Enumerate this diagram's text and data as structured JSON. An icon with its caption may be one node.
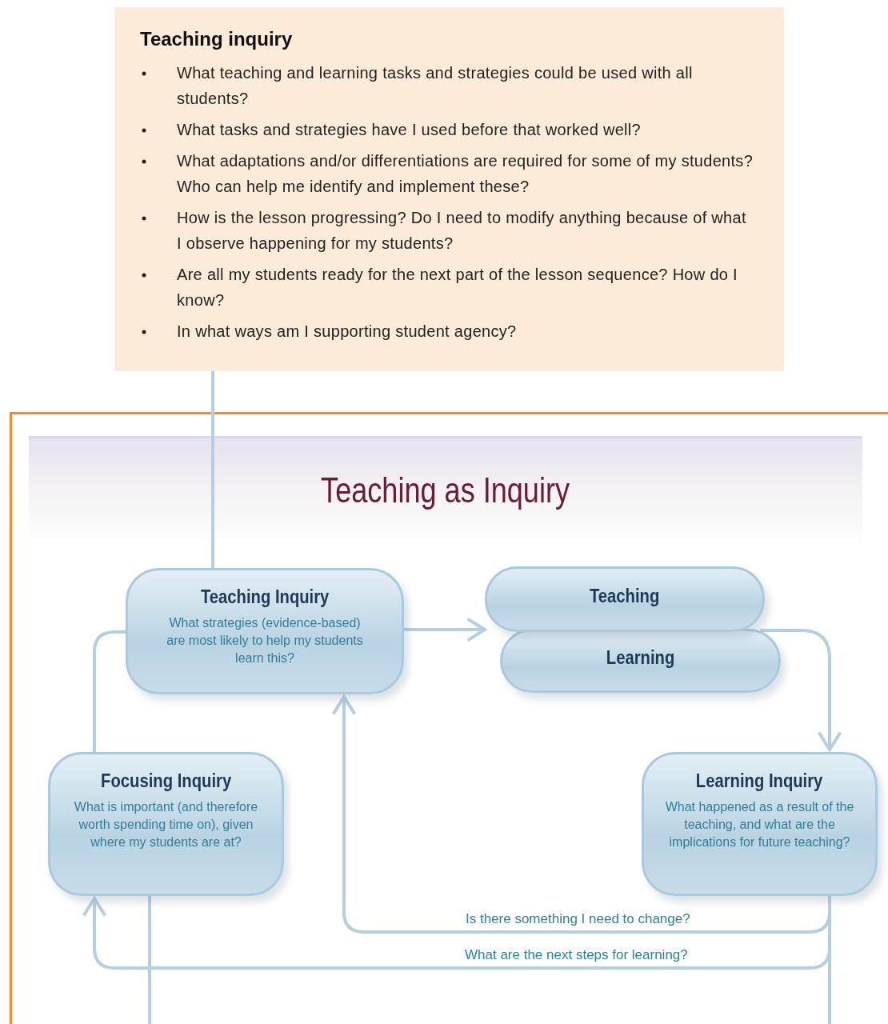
{
  "diagram": {
    "title": "Teaching as Inquiry",
    "nodes": [
      {
        "text": [
          "Teaching inquiry",
          "What teaching and learning tasks and strategies could be used with all students?",
          "What tasks and strategies have I used before that worked well?",
          "What adaptations and/or differentiations are required for some of my students? Who can help me identify and implement these?",
          "How is the lesson progressing? Do I need to modify anything because of what I observe happening for my students?",
          "Are all my students ready for the next part of the lesson sequence? How do I know?",
          "In what ways am I supporting student agency?"
        ]
      },
      {
        "text": [],
        "shape": "box"
      },
      {
        "text": [
          "Teaching Inquiry",
          "What strategies (evidence-based) are most likely to help my students learn this?"
        ],
        "in": 1
      },
      {
        "text": [
          "Teaching"
        ],
        "in": 1
      },
      {
        "text": [
          "Learning"
        ],
        "in": 1
      },
      {
        "text": [
          "Focusing Inquiry",
          "What is important (and therefore worth spending time on), given where my students are at?"
        ],
        "in": 1
      },
      {
        "text": [
          "Learning Inquiry",
          "What happened as a result of the teaching, and what are the implications for future teaching?"
        ],
        "in": 1
      }
    ],
    "edges": [
      {
        "from": 0,
        "to": 2,
        "arrow": "none"
      },
      {
        "from": 2,
        "to": 3,
        "arrow": "to"
      },
      {
        "from": 4,
        "to": 6,
        "arrow": "to"
      },
      {
        "from": 6,
        "to": 2,
        "arrow": "to",
        "label": "Is there something I need to change?"
      },
      {
        "from": 6,
        "to": 5,
        "arrow": "to",
        "label": "What are the next steps for learning?"
      },
      {
        "from": 5,
        "to": 2,
        "arrow": "none"
      },
      {
        "from": 5,
        "to": null,
        "arrow": "none"
      },
      {
        "from": 6,
        "to": null,
        "arrow": "none"
      }
    ]
  }
}
